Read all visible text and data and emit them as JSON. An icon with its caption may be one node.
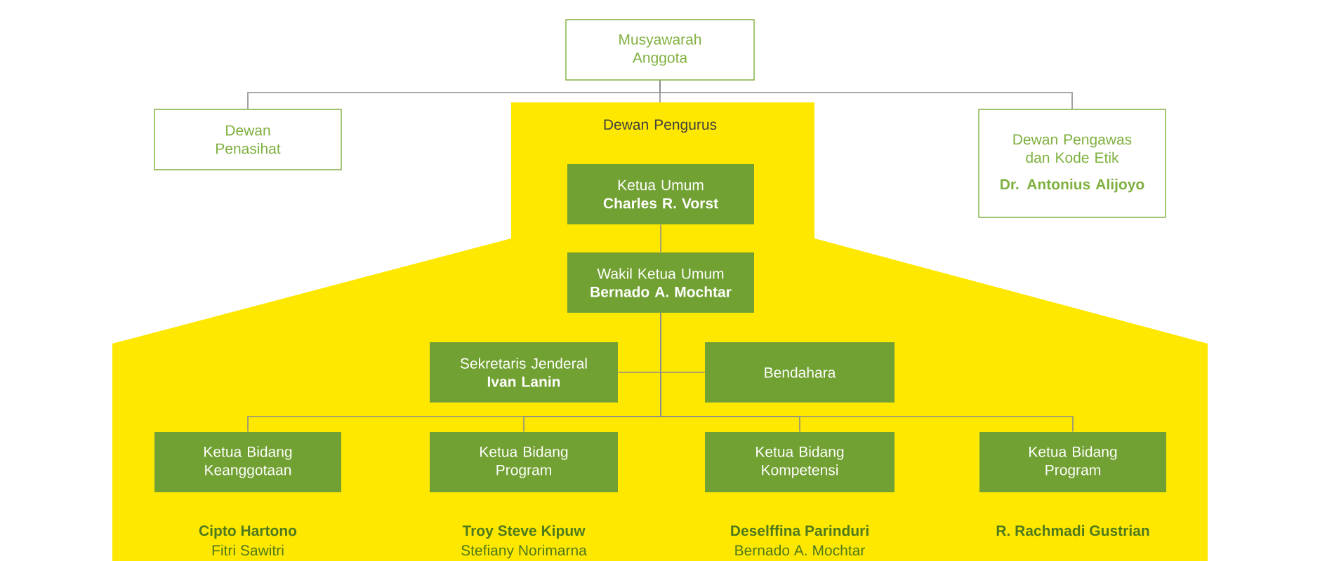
{
  "diagram": {
    "nodes": [
      {
        "text": [
          "Musyawarah Anggota"
        ]
      },
      {
        "text": [
          "Dewan Penasihat"
        ]
      },
      {
        "text": [
          "Dewan Pengurus"
        ]
      },
      {
        "text": [
          "Dewan Pengawas dan Kode Etik",
          "Dr. Antonius Alijoyo"
        ]
      },
      {
        "text": [
          "Ketua Umum",
          "Charles R. Vorst"
        ],
        "in": 2
      },
      {
        "text": [
          "Wakil Ketua Umum",
          "Bernado A. Mochtar"
        ],
        "in": 2
      },
      {
        "text": [
          "Sekretaris Jenderal",
          "Ivan Lanin"
        ],
        "in": 2
      },
      {
        "text": [
          "Bendahara"
        ],
        "in": 2
      },
      {
        "text": [
          "Ketua Bidang Keanggotaan"
        ],
        "in": 2,
        "beside": [
          "Cipto Hartono",
          "Fitri Sawitri"
        ]
      },
      {
        "text": [
          "Ketua Bidang Program"
        ],
        "in": 2,
        "beside": [
          "Troy Steve Kipuw",
          "Stefiany Norimarna"
        ]
      },
      {
        "text": [
          "Ketua Bidang Kompetensi"
        ],
        "in": 2,
        "beside": [
          "Deselffina Parinduri",
          "Bernado A. Mochtar"
        ]
      },
      {
        "text": [
          "Ketua Bidang Program"
        ],
        "in": 2,
        "beside": [
          "R. Rachmadi Gustrian"
        ]
      }
    ],
    "edges": [
      {
        "from": 0,
        "to": 1,
        "arrow": "none"
      },
      {
        "from": 0,
        "to": 2,
        "arrow": "none"
      },
      {
        "from": 0,
        "to": 3,
        "arrow": "none"
      },
      {
        "from": 4,
        "to": 5,
        "arrow": "none"
      },
      {
        "from": 5,
        "to": 6,
        "arrow": "none"
      },
      {
        "from": 5,
        "to": 7,
        "arrow": "none"
      },
      {
        "from": 5,
        "to": 8,
        "arrow": "none"
      },
      {
        "from": 5,
        "to": 9,
        "arrow": "none"
      },
      {
        "from": 5,
        "to": 10,
        "arrow": "none"
      },
      {
        "from": 5,
        "to": 11,
        "arrow": "none"
      }
    ]
  }
}
